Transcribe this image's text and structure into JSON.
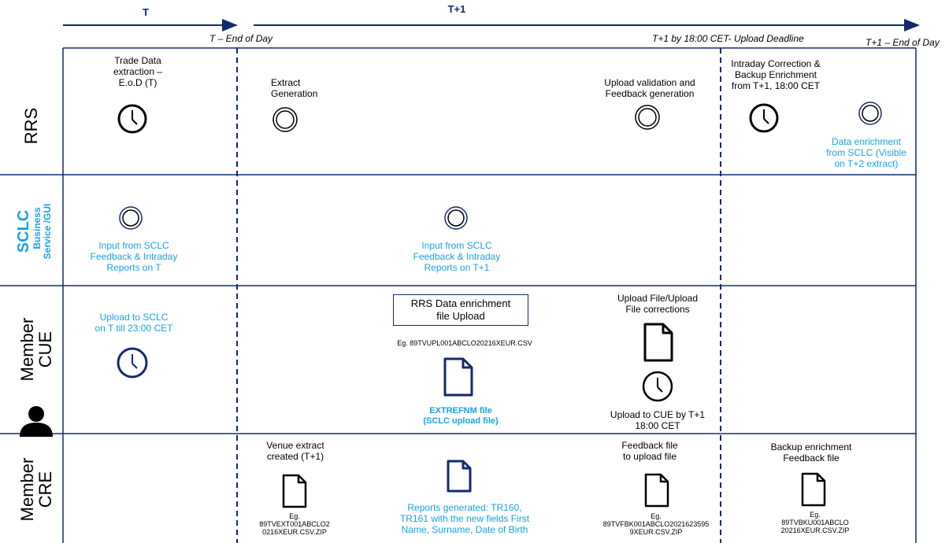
{
  "timeline": {
    "t_label": "T",
    "t1_label": "T+1",
    "t_end_of_day": "T – End of Day",
    "t1_deadline": "T+1 by 18:00 CET- Upload Deadline",
    "t1_end_of_day": "T+1 – End of Day"
  },
  "rows": {
    "rrs": "RRS",
    "sclc_main": "SCLC",
    "sclc_sub1": "Business",
    "sclc_sub2": "Service /GUI",
    "member_cue_1": "Member",
    "member_cue_2": "CUE",
    "member_cre_1": "Member",
    "member_cre_2": "CRE"
  },
  "rrs": {
    "trade_extraction": "Trade Data\nextraction –\nE.o.D (T)",
    "extract_generation": "Extract\nGeneration",
    "upload_validation": "Upload validation and\nFeedback generation",
    "intraday_correction": "Intraday Correction &\nBackup Enrichment\nfrom T+1, 18:00 CET",
    "data_enrichment": "Data enrichment\nfrom SCLC (Visible\non T+2 extract)"
  },
  "sclc": {
    "input_t": "Input from SCLC\nFeedback & Intraday\nReports on T",
    "input_t1": "Input from SCLC\nFeedback & Intraday\nReports on T+1"
  },
  "cue": {
    "upload_sclc": "Upload to SCLC\non T till 23:00 CET",
    "rrs_box": "RRS Data enrichment\nfile Upload",
    "example_upl": "Eg. 89TVUPL001ABCLO20216XEUR.CSV",
    "extrefnm": "EXTREFNM file\n(SCLC upload file)",
    "upload_file_corrections": "Upload File/Upload\nFile corrections",
    "upload_cue": "Upload to CUE by T+1\n18:00 CET"
  },
  "cre": {
    "venue_extract": "Venue extract\ncreated (T+1)",
    "venue_example": "Eg.\n89TVEXT001ABCLO2\n0216XEUR.CSV.ZIP",
    "reports_generated": "Reports generated: TR160,\nTR161 with the new fields First\nName, Surname, Date of Birth",
    "feedback_file": "Feedback file\nto upload file",
    "feedback_example": "Eg.\n89TVFBK001ABCLO2021623595\n9XEUR.CSV.ZIP",
    "backup_feedback": "Backup enrichment\nFeedback file",
    "backup_example": "Eg.\n89TVBKU001ABCLO\n20216XEUR.CSV.ZIP"
  },
  "colors": {
    "navy": "#132a6e",
    "blue_text": "#1aa1e6",
    "line": "#132a6e"
  }
}
